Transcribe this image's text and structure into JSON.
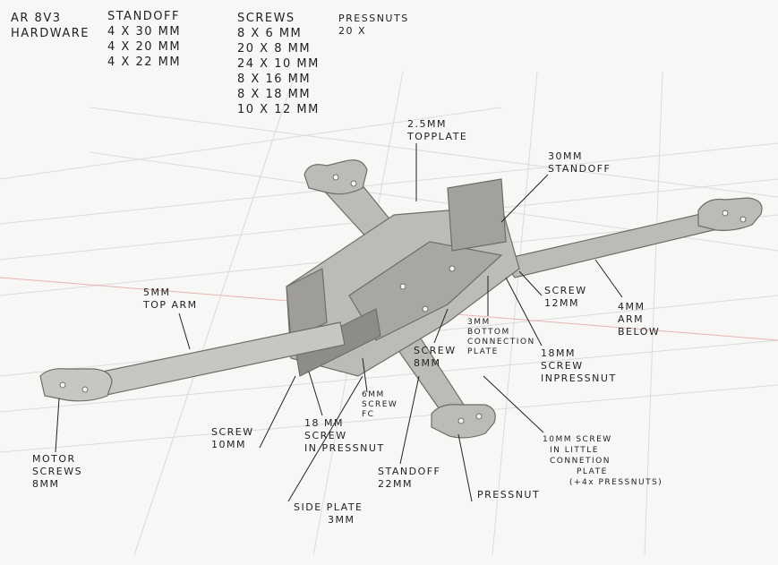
{
  "hardware": {
    "title": [
      "AR 8V3",
      "HARDWARE"
    ],
    "standoff": {
      "heading": "STANDOFF",
      "items": [
        "4 x 30 MM",
        "4 x 20 MM",
        "4 x 22 MM"
      ]
    },
    "screws": {
      "heading": "SCREWS",
      "items": [
        "8 x 6 MM",
        "20 x 8 MM",
        "24 x 10 MM",
        "8 x 16 MM",
        "8 x 18 MM",
        "10 x 12 MM"
      ]
    },
    "pressnuts": {
      "heading": "PRESSNUTS",
      "items": [
        "20 X"
      ]
    }
  },
  "callouts": {
    "topplate": [
      "2.5MM",
      "TOPPLATE"
    ],
    "standoff30": [
      "30MM",
      "STANDOFF"
    ],
    "top_arm": [
      "5MM",
      "TOP ARM"
    ],
    "screw12": [
      "SCREW",
      "12MM"
    ],
    "arm_below": [
      "4MM",
      "ARM",
      "BELOW"
    ],
    "bottom_plate": [
      "3MM",
      "BOTTOM",
      "CONNECTION",
      "PLATE"
    ],
    "screw18_right": [
      "18MM",
      "SCREW",
      "INPRESSNUT"
    ],
    "screw8": [
      "SCREW",
      "8MM"
    ],
    "motor_screws": [
      "MOTOR",
      "SCREWS",
      "8MM"
    ],
    "screw10": [
      "SCREW",
      "10MM"
    ],
    "screw18_left": [
      "18 MM",
      "SCREW",
      "IN PRESSNUT"
    ],
    "screw6": [
      "6MM",
      "SCREW",
      "FC"
    ],
    "standoff22": [
      "STANDOFF",
      "22MM"
    ],
    "side_plate": [
      "SIDE PLATE",
      "3MM"
    ],
    "pressnut": [
      "PRESSNUT"
    ],
    "little_plate": [
      "10MM SCREW",
      "IN LITTLE",
      "CONNETION",
      "PLATE",
      "(+4x PRESSNUTS)"
    ]
  },
  "colors": {
    "frame": "#b9b7b2",
    "frame_dark": "#7d7b77",
    "grid": "#d9dbdc",
    "red_line": "#e8b4b4",
    "ink": "#222222"
  }
}
